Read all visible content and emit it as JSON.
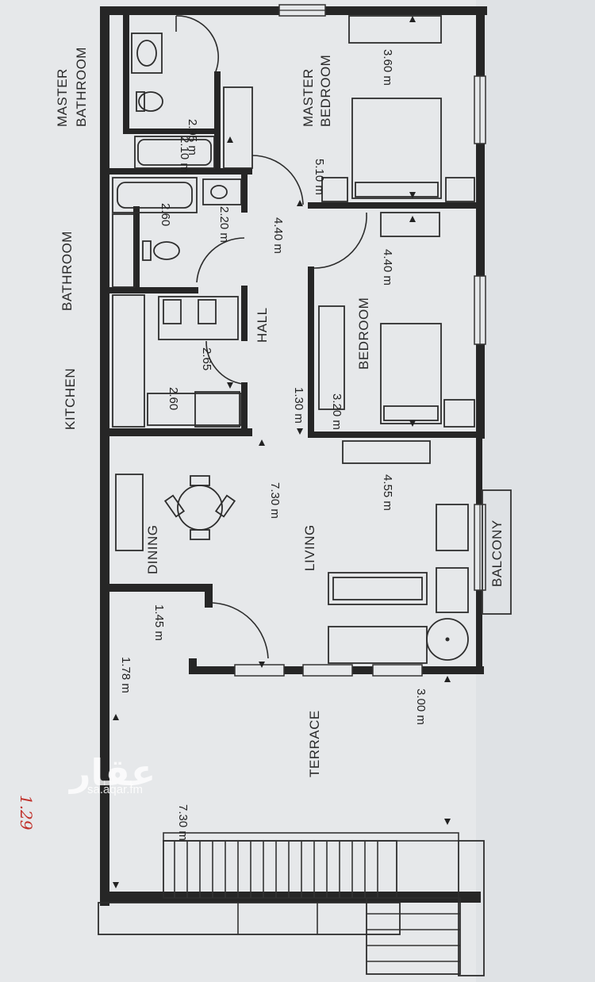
{
  "plan": {
    "rooms": {
      "master_bathroom": "MASTER\nBATHROOM",
      "master_bedroom": "MASTER\nBEDROOM",
      "bathroom": "BATHROOM",
      "kitchen": "KITCHEN",
      "hall": "HALL",
      "bedroom": "BEDROOM",
      "dining": "DINING",
      "living": "LIVING",
      "balcony": "BALCONY",
      "terrace": "TERRACE"
    },
    "dimensions": {
      "master_bath_length": "2.95 m",
      "master_bath_width": "2.10 m",
      "master_bed_width": "3.60 m",
      "master_bed_length": "5.10 m",
      "bath_width": "2.60",
      "bath_length": "2.20 m",
      "hall_length": "4.40 m",
      "kitchen_length": "2.65",
      "kitchen_width": "2.60",
      "hall_width": "1.30 m",
      "bedroom_length": "4.40 m",
      "bedroom_width": "3.20 m",
      "living_length": "7.30 m",
      "living_width": "4.55 m",
      "entry_length": "1.45 m",
      "entry_width": "1.78 m",
      "terrace_width": "3.00 m",
      "terrace_length": "7.30 m"
    },
    "colors": {
      "paper": "#e6e8ea",
      "wall": "#262626",
      "note": "#c0302a"
    }
  },
  "watermark": {
    "arabic": "عقار",
    "url": "sa.aqar.fm"
  },
  "handwritten_note": "1.29"
}
